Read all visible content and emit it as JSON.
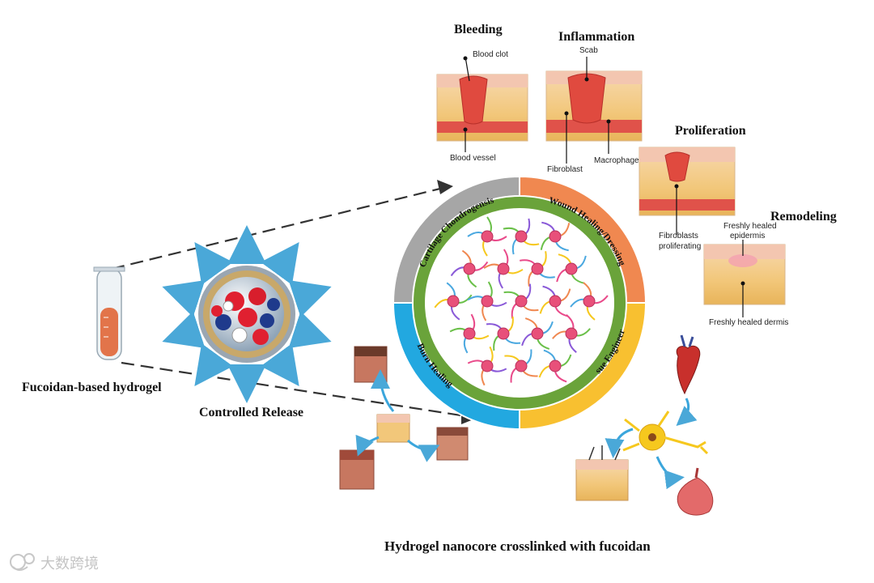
{
  "stages": {
    "bleeding": {
      "title": "Bleeding",
      "labels": [
        "Blood clot",
        "Blood vessel"
      ]
    },
    "inflammation": {
      "title": "Inflammation",
      "labels": [
        "Scab",
        "Fibroblast",
        "Macrophage"
      ]
    },
    "proliferation": {
      "title": "Proliferation",
      "labels": [
        "Fibroblasts",
        "proliferating"
      ]
    },
    "remodeling": {
      "title": "Remodeling",
      "labels": [
        "Freshly healed",
        "epidermis",
        "Freshly healed dermis"
      ]
    }
  },
  "ring_segments": [
    "Cartilage Chondrogensis",
    "Wound Healing/Dressing",
    "Tissue Engineering",
    "Burn Healing"
  ],
  "ring_colors": [
    "#a6a6a6",
    "#f08850",
    "#f8c030",
    "#22a8e0"
  ],
  "labels": {
    "hydrogel": "Fucoidan-based hydrogel",
    "release": "Controlled Release",
    "nanocore": "Hydrogel nanocore crosslinked with fucoidan"
  },
  "watermark": "大数跨境"
}
